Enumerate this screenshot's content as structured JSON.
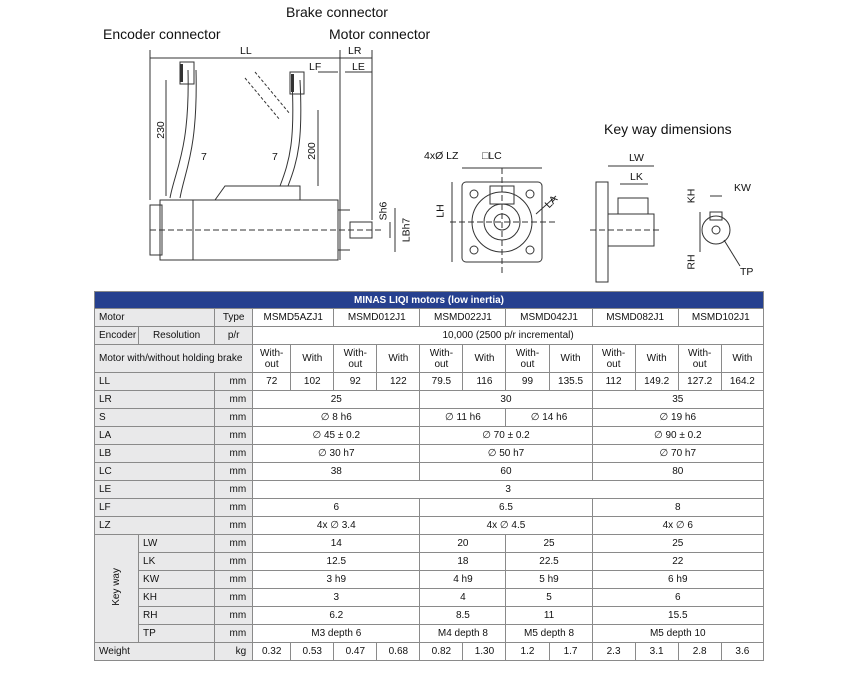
{
  "labels": {
    "encoder_connector": "Encoder connector",
    "brake_connector": "Brake connector",
    "motor_connector": "Motor connector",
    "keyway_dimensions": "Key way dimensions"
  },
  "dims": {
    "LL": "LL",
    "LR": "LR",
    "LF": "LF",
    "LE": "LE",
    "d230": "230",
    "d7a": "7",
    "d7b": "7",
    "d200": "200",
    "Sh6": "Sh6",
    "LBh7": "LBh7",
    "LZ": "4xØ LZ",
    "LC": "□LC",
    "LH": "LH",
    "LA": "LA",
    "LW": "LW",
    "LK": "LK",
    "KW": "KW",
    "KH": "KH",
    "RH": "RH",
    "TP": "TP"
  },
  "table": {
    "title": "MINAS LIQI motors (low inertia)",
    "motor": "Motor",
    "type": "Type",
    "models": [
      "MSMD5AZJ1",
      "MSMD012J1",
      "MSMD022J1",
      "MSMD042J1",
      "MSMD082J1",
      "MSMD102J1"
    ],
    "encoder": "Encoder",
    "resolution": "Resolution",
    "pr": "p/r",
    "encoder_value": "10,000 (2500 p/r incremental)",
    "brake_label": "Motor with/without holding brake",
    "without": "With-\nout",
    "with": "With",
    "mm": "mm",
    "kg": "kg",
    "keyway": "Key way",
    "rows": {
      "LL": {
        "label": "LL",
        "values": [
          "72",
          "102",
          "92",
          "122",
          "79.5",
          "116",
          "99",
          "135.5",
          "112",
          "149.2",
          "127.2",
          "164.2"
        ]
      },
      "LR": {
        "label": "LR",
        "values": [
          "25",
          "30",
          "35"
        ]
      },
      "S": {
        "label": "S",
        "values": [
          "∅ 8 h6",
          "∅ 11 h6",
          "∅ 14 h6",
          "∅ 19 h6"
        ]
      },
      "LA": {
        "label": "LA",
        "values": [
          "∅ 45 ± 0.2",
          "∅ 70 ± 0.2",
          "∅ 90 ± 0.2"
        ]
      },
      "LB": {
        "label": "LB",
        "values": [
          "∅ 30 h7",
          "∅ 50 h7",
          "∅ 70 h7"
        ]
      },
      "LC": {
        "label": "LC",
        "values": [
          "38",
          "60",
          "80"
        ]
      },
      "LE": {
        "label": "LE",
        "values": [
          "3"
        ]
      },
      "LF": {
        "label": "LF",
        "values": [
          "6",
          "6.5",
          "8"
        ]
      },
      "LZ": {
        "label": "LZ",
        "values": [
          "4x ∅ 3.4",
          "4x ∅ 4.5",
          "4x ∅ 6"
        ]
      },
      "LW": {
        "label": "LW",
        "values": [
          "14",
          "20",
          "25",
          "25"
        ]
      },
      "LK": {
        "label": "LK",
        "values": [
          "12.5",
          "18",
          "22.5",
          "22"
        ]
      },
      "KW": {
        "label": "KW",
        "values": [
          "3 h9",
          "4 h9",
          "5 h9",
          "6 h9"
        ]
      },
      "KH": {
        "label": "KH",
        "values": [
          "3",
          "4",
          "5",
          "6"
        ]
      },
      "RH": {
        "label": "RH",
        "values": [
          "6.2",
          "8.5",
          "11",
          "15.5"
        ]
      },
      "TP": {
        "label": "TP",
        "values": [
          "M3 depth 6",
          "M4 depth 8",
          "M5 depth 8",
          "M5 depth 10"
        ]
      },
      "Weight": {
        "label": "Weight",
        "values": [
          "0.32",
          "0.53",
          "0.47",
          "0.68",
          "0.82",
          "1.30",
          "1.2",
          "1.7",
          "2.3",
          "3.1",
          "2.8",
          "3.6"
        ]
      }
    }
  }
}
